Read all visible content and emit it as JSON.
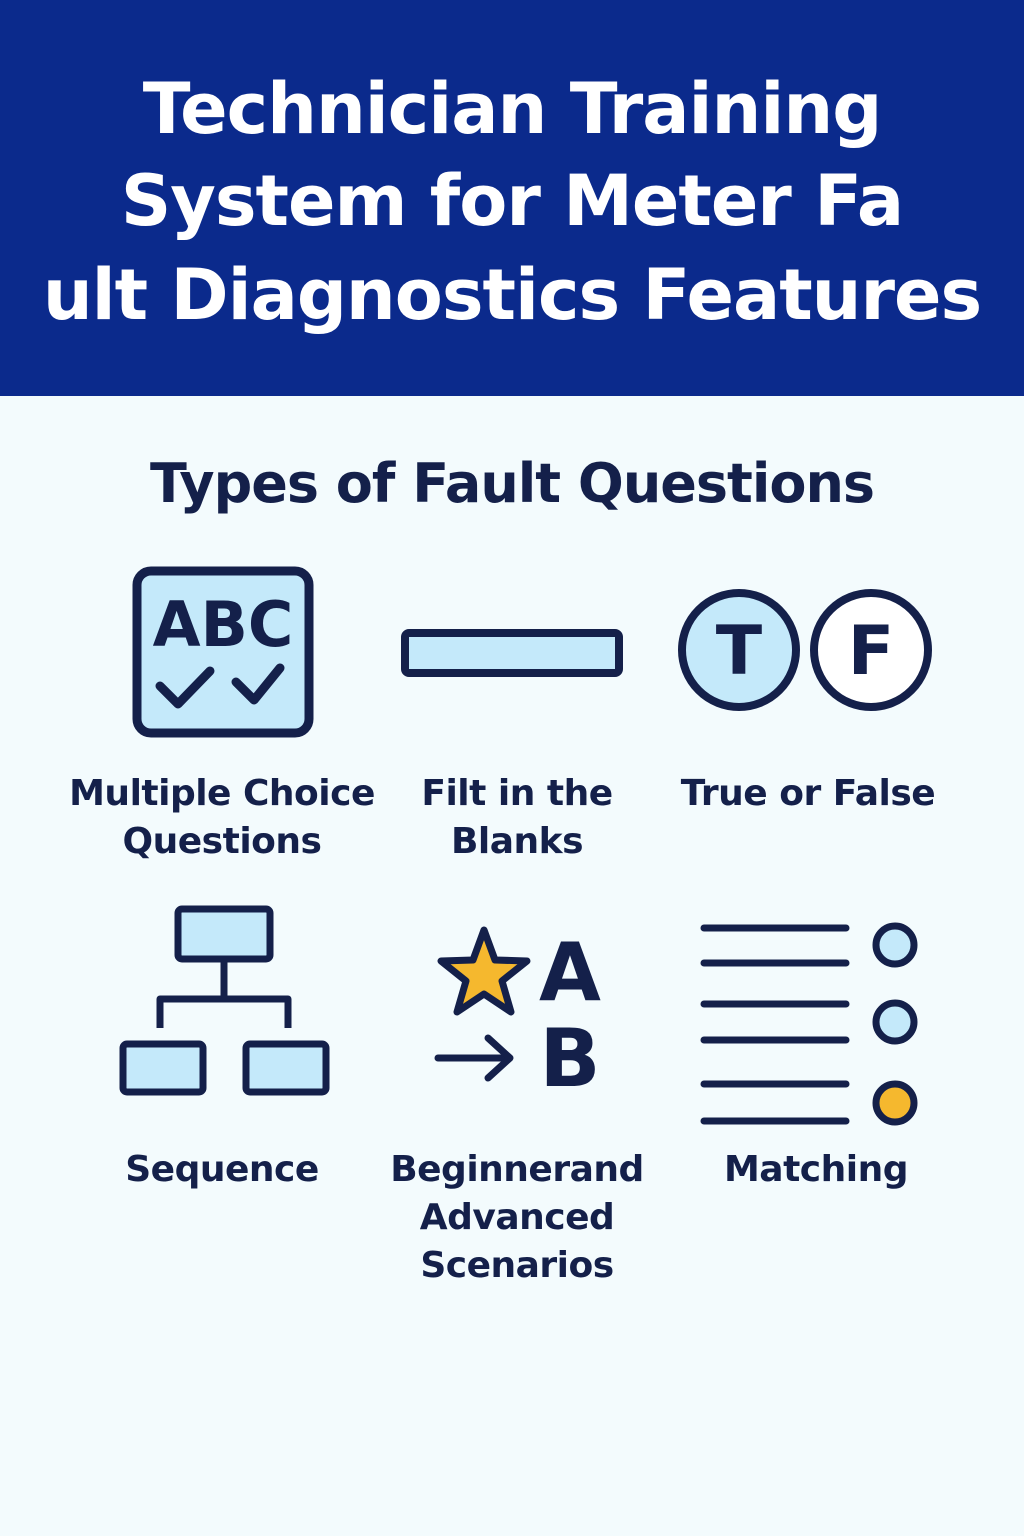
{
  "header": {
    "title_lines": [
      "Technician Training",
      "System for Meter Fa",
      "ult Diagnostics Features"
    ]
  },
  "section": {
    "title": "Types of Fault Questions"
  },
  "colors": {
    "header_bg": "#0b2a8c",
    "background": "#f3fbfd",
    "navy": "#14204a",
    "icon_fill": "#c4e9fa",
    "accent": "#f5b82e"
  },
  "question_types": [
    {
      "label_lines": [
        "Multiple Choice",
        "Questions"
      ],
      "icon": "abc-checklist-icon",
      "icon_text": "ABC"
    },
    {
      "label_lines": [
        "Filt in the",
        "Blanks"
      ],
      "icon": "blank-field-icon"
    },
    {
      "label_lines": [
        "True or False"
      ],
      "icon": "true-false-icon",
      "icon_text": [
        "T",
        "F"
      ]
    },
    {
      "label_lines": [
        "Sequence"
      ],
      "icon": "hierarchy-icon"
    },
    {
      "label_lines": [
        "Beginnerand",
        "Advanced",
        "Scenarios"
      ],
      "icon": "star-a-to-b-icon",
      "icon_text": [
        "A",
        "B"
      ]
    },
    {
      "label_lines": [
        "Matching"
      ],
      "icon": "matching-list-icon"
    }
  ]
}
